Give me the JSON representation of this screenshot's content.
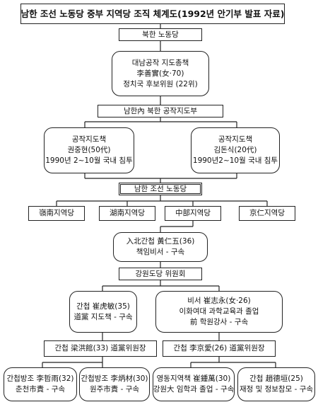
{
  "title": "남한 조선 노동당 중부 지역당 조직 체계도(1992년 안기부 발표 자료)",
  "nodes": {
    "north_party": "북한 노동당",
    "sabotage_hq": [
      "대남공작 지도총책",
      "李善實(女·70)",
      "정치국 후보위원 (22위)"
    ],
    "sabotage_dept": "남한內 북한 공작지도부",
    "op_director_1": [
      "공작지도책",
      "권중현(50代)",
      "1990년 2~10월 국내 침투"
    ],
    "op_director_2": [
      "공작지도책",
      "김돈식(20代)",
      "1990년2~10월 국내 침투"
    ],
    "south_party": "남한 조선 노동당",
    "regional": [
      "嶺南지역당",
      "湖南지역당",
      "中部지역당",
      "京仁지역당"
    ],
    "spy_chief": [
      "入北간첩 黃仁五(36)",
      "책임비서 - 구속"
    ],
    "gangwon_committee": "강원도당 위원회",
    "spy_choi": [
      "간첩 崔虎敏(35)",
      "道黨 지도책 - 구속"
    ],
    "secretary_choi": [
      "비서 崔志永(女·26)",
      "이화여대 과학교육과 졸업",
      "前 학원강사 - 구속"
    ],
    "spy_yang": "간첩 梁洪館(33) 道黨위원장",
    "spy_lee": "간첩 李京愛(26) 道黨위원장",
    "bottom": [
      [
        "간첩방조 李哲雨(32)",
        "춘천市責 - 구속"
      ],
      [
        "간첩방조 李炳材(30)",
        "원주市責 - 구속"
      ],
      [
        "영동지역책 崔鍾萬(30)",
        "강원大 임학과 졸업 - 구속"
      ],
      [
        "간첩 趙德垣(25)",
        "재정 및 정보참모 - 구속"
      ]
    ]
  }
}
